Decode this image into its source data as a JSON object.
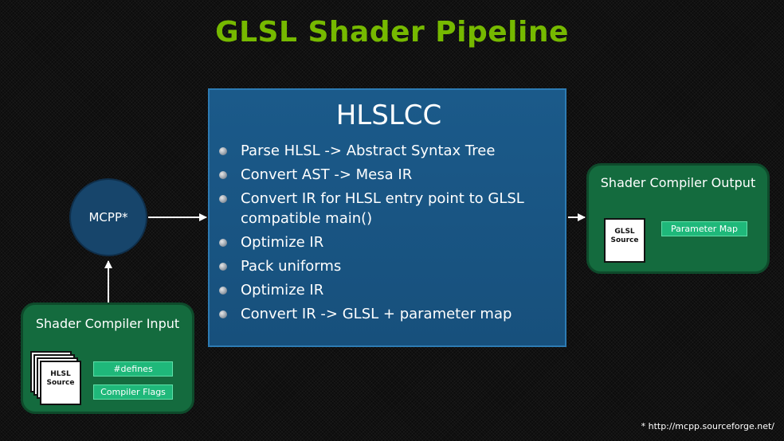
{
  "title": "GLSL Shader Pipeline",
  "hlslcc": {
    "title": "HLSLCC",
    "steps": [
      "Parse HLSL -> Abstract Syntax Tree",
      "Convert AST -> Mesa IR",
      "Convert IR for HLSL entry point to GLSL compatible main()",
      "Optimize IR",
      "Pack uniforms",
      "Optimize IR",
      "Convert IR -> GLSL + parameter map"
    ]
  },
  "mcpp": {
    "label": "MCPP*"
  },
  "input": {
    "title": "Shader Compiler Input",
    "doc_line1": "HLSL",
    "doc_line2": "Source",
    "tags": [
      "#defines",
      "Compiler Flags"
    ]
  },
  "output": {
    "title": "Shader Compiler Output",
    "doc_line1": "GLSL",
    "doc_line2": "Source",
    "tags": [
      "Parameter Map"
    ]
  },
  "footnote": "* http://mcpp.sourceforge.net/"
}
